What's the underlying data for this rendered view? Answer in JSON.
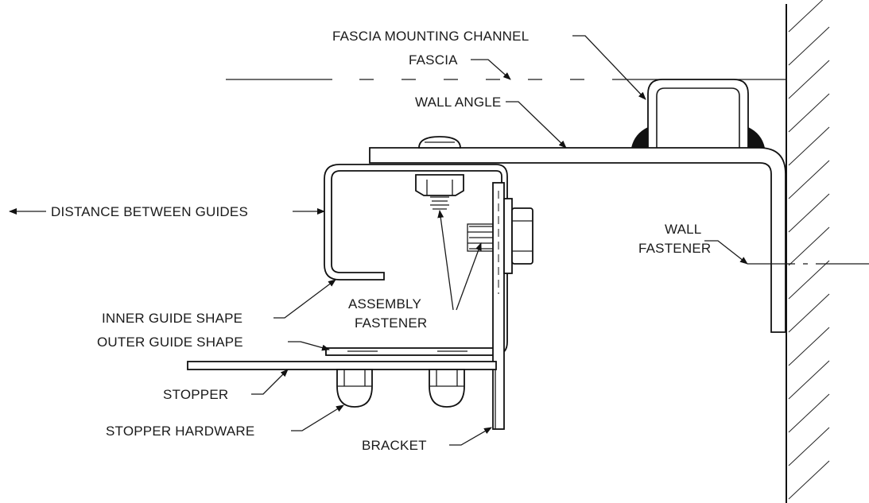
{
  "labels": {
    "fascia_mounting_channel": "FASCIA MOUNTING CHANNEL",
    "fascia": "FASCIA",
    "wall_angle": "WALL ANGLE",
    "distance_between_guides": "DISTANCE BETWEEN GUIDES",
    "wall_line1": "WALL",
    "wall_line2": "FASTENER",
    "inner_guide_shape": "INNER GUIDE SHAPE",
    "assembly_line1": "ASSEMBLY",
    "assembly_line2": "FASTENER",
    "outer_guide_shape": "OUTER GUIDE SHAPE",
    "stopper": "STOPPER",
    "stopper_hardware": "STOPPER HARDWARE",
    "bracket": "BRACKET"
  },
  "colors": {
    "line": "#111111",
    "background": "#ffffff",
    "weld": "#111111"
  }
}
